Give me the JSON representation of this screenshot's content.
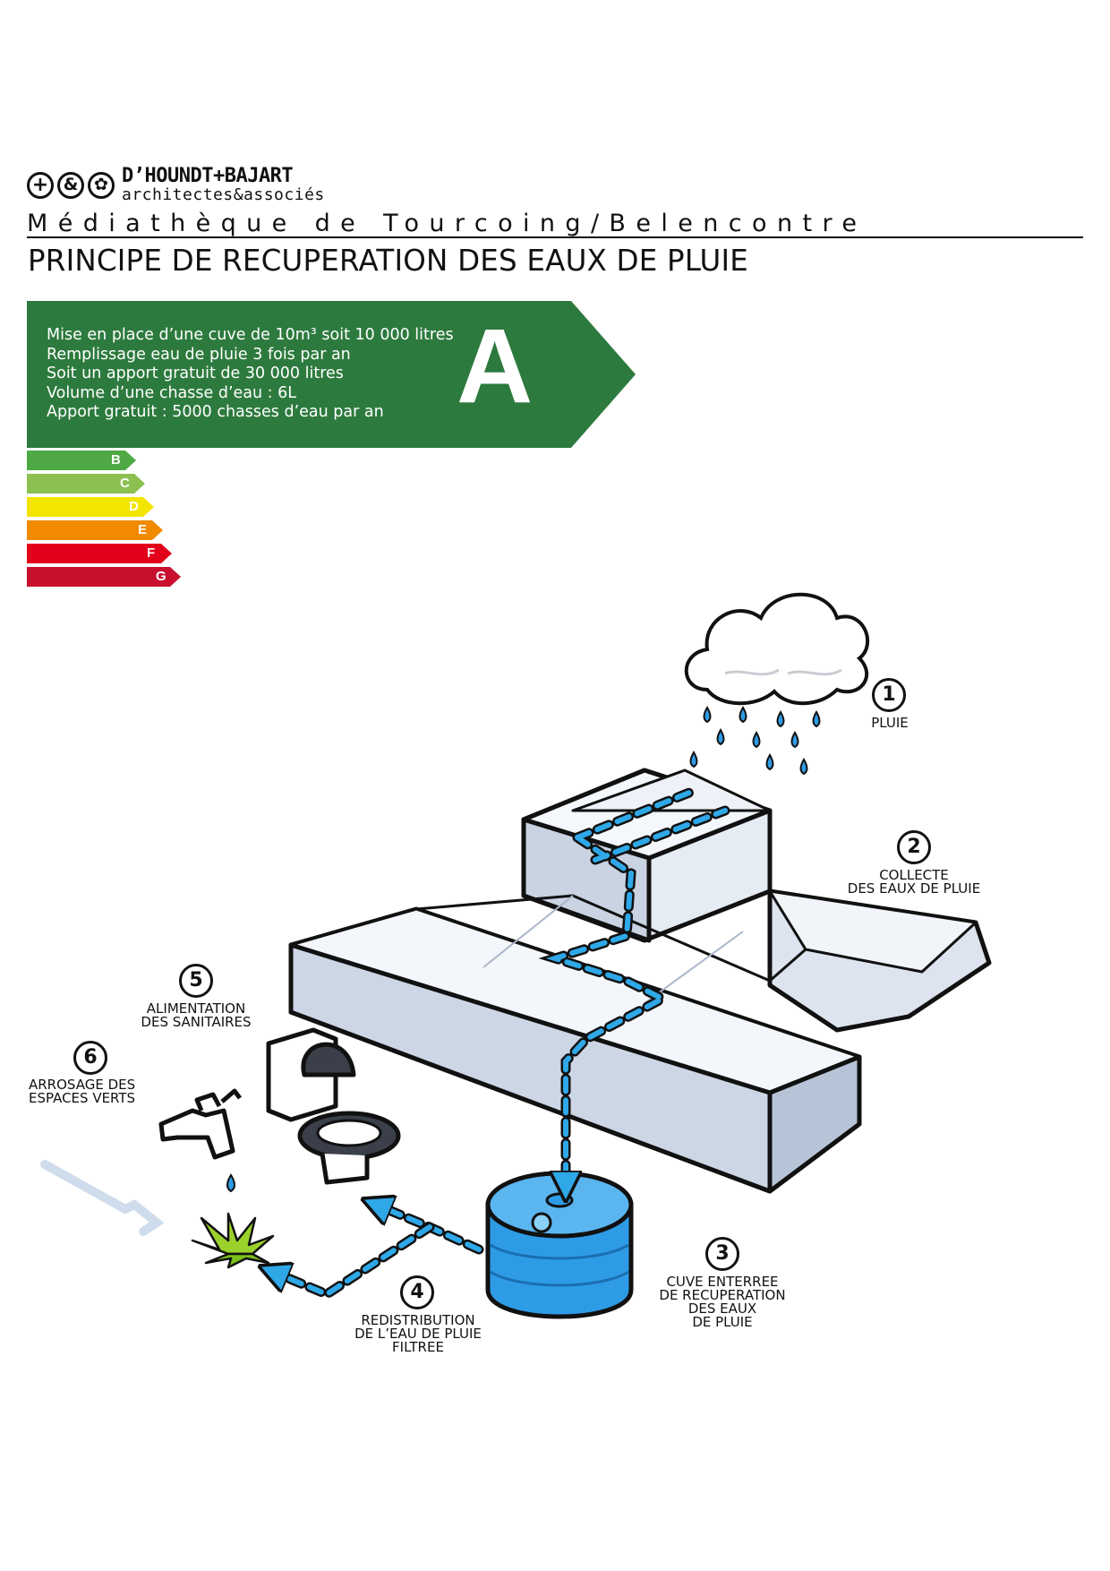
{
  "header": {
    "logo_marks": [
      "+",
      "&",
      "✿"
    ],
    "firm_name": "D’HOUNDT+BAJART",
    "firm_subtitle": "architectes&associés",
    "project": "Médiathèque de Tourcoing/Belencontre",
    "title": "PRINCIPE DE RECUPERATION DES EAUX DE PLUIE"
  },
  "energy_label": {
    "rating": "A",
    "info_lines": [
      "Mise en place d’une cuve de 10m³ soit 10 000 litres",
      "Remplissage eau de pluie 3 fois par an",
      "Soit un apport gratuit de 30 000 litres",
      "Volume d’une chasse d’eau : 6L",
      "Apport gratuit : 5000 chasses d’eau par an"
    ],
    "grades": [
      {
        "letter": "B",
        "color": "#4ea844"
      },
      {
        "letter": "C",
        "color": "#8cc152"
      },
      {
        "letter": "D",
        "color": "#f2e500"
      },
      {
        "letter": "E",
        "color": "#f18a00"
      },
      {
        "letter": "F",
        "color": "#e3001b"
      },
      {
        "letter": "G",
        "color": "#c8102e"
      }
    ],
    "a_color": "#2d7a3e"
  },
  "steps": [
    {
      "number": "1",
      "label": "PLUIE"
    },
    {
      "number": "2",
      "label": "COLLECTE\nDES EAUX DE PLUIE"
    },
    {
      "number": "3",
      "label": "CUVE ENTERREE\nDE RECUPERATION\nDES EAUX\nDE PLUIE"
    },
    {
      "number": "4",
      "label": "REDISTRIBUTION\nDE L’EAU DE PLUIE\nFILTREE"
    },
    {
      "number": "5",
      "label": "ALIMENTATION\nDES SANITAIRES"
    },
    {
      "number": "6",
      "label": "ARROSAGE DES\nESPACES VERTS"
    }
  ],
  "colors": {
    "water_blue": "#2e9be6",
    "flow_blue": "#2fa8e8",
    "building": "#dfe6f0",
    "plant_green": "#9bd12b"
  }
}
